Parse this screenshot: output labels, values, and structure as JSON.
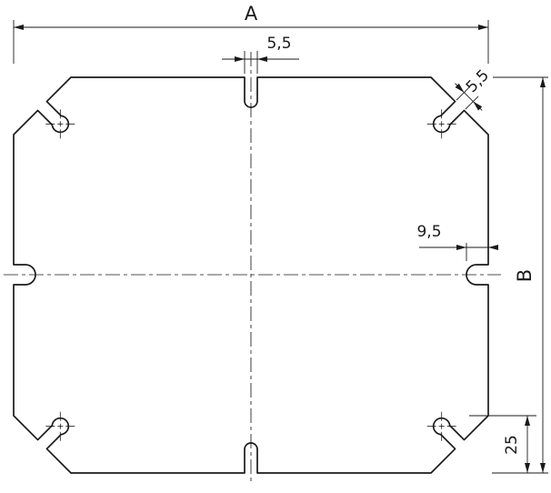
{
  "drawing": {
    "dimensions": {
      "overall_width_label": "A",
      "overall_height_label": "B",
      "top_slot_width_label": "5,5",
      "corner_slot_width_label": "5,5",
      "side_notch_depth_label": "9,5",
      "bottom_corner_offset_label": "25"
    },
    "colors": {
      "line": "#1a1a1a",
      "background": "#ffffff"
    }
  }
}
